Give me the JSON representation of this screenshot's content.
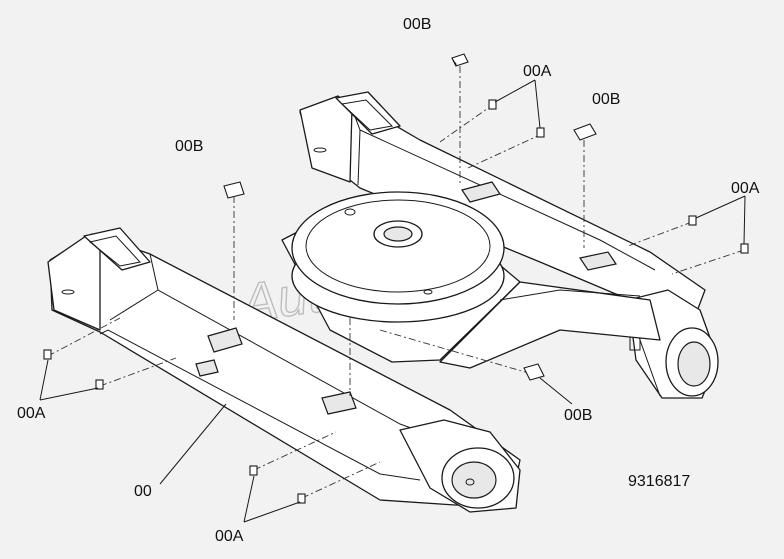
{
  "labels": {
    "frame": "00",
    "pad_a": "00A",
    "pad_b": "00B",
    "drawing_number": "9316817"
  },
  "watermark": "AutoSoft",
  "colors": {
    "background": "#f2f2f2",
    "line": "#1a1a1a",
    "watermark": "#bdbdbd"
  }
}
